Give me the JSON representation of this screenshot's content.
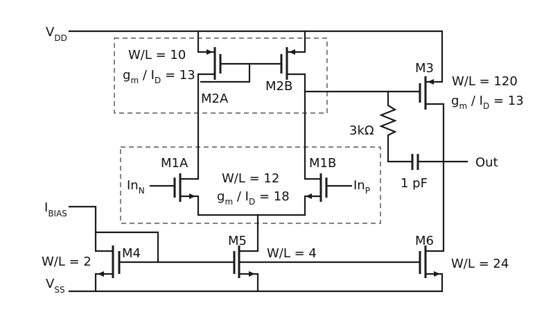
{
  "rails": {
    "vdd": {
      "main": "V",
      "sub": "DD"
    },
    "vss": {
      "main": "V",
      "sub": "SS"
    },
    "ibias": {
      "main": "I",
      "sub": "BIAS"
    }
  },
  "load_pair": {
    "wl": "W/L = 10",
    "gm": {
      "a": "g",
      "b": "m",
      "c": " / I",
      "d": "D",
      "e": " = 13"
    },
    "left": "M2A",
    "right": "M2B"
  },
  "input_pair": {
    "wl": "W/L = 12",
    "gm": {
      "a": "g",
      "b": "m",
      "c": " / I",
      "d": "D",
      "e": " = 18"
    },
    "left": "M1A",
    "right": "M1B",
    "in_n": {
      "main": "In",
      "sub": "N"
    },
    "in_p": {
      "main": "In",
      "sub": "P"
    }
  },
  "output_stage": {
    "m3": "M3",
    "m3_wl": "W/L = 120",
    "m3_gm": {
      "a": "g",
      "b": "m",
      "c": " / I",
      "d": "D",
      "e": " = 13"
    },
    "resistor": "3kΩ",
    "capacitor": "1 pF",
    "out": "Out"
  },
  "bias": {
    "m4": "M4",
    "m4_wl": "W/L = 2",
    "m5": "M5",
    "m5_wl": "W/L = 4",
    "m6": "M6",
    "m6_wl": "W/L = 24"
  }
}
